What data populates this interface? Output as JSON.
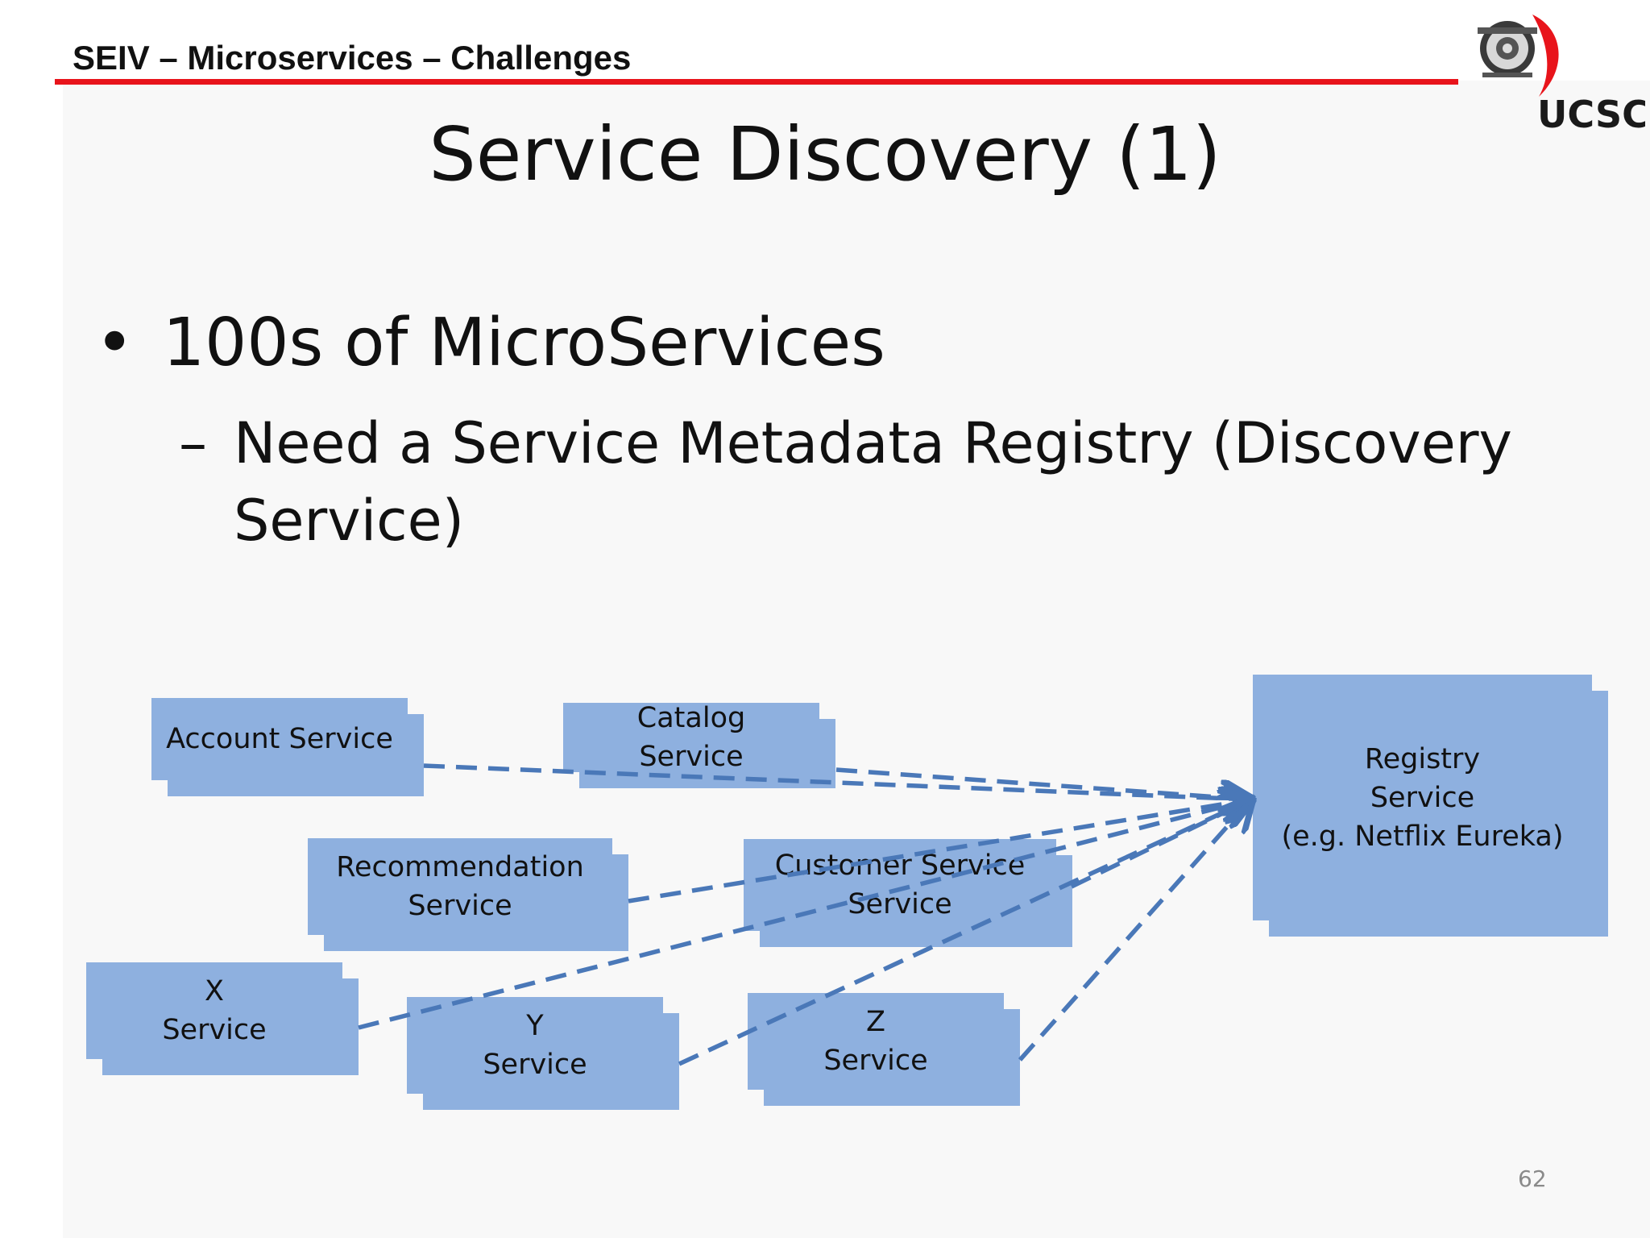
{
  "header": {
    "title": "SEIV – Microservices – Challenges",
    "logo_text": "UCSC",
    "accent_color": "#e8141b"
  },
  "slide": {
    "title": "Service Discovery (1)",
    "bullet": "100s of MicroServices",
    "sub_bullet_dash": "–",
    "sub_bullet": "Need a Service Metadata Registry (Discovery Service)",
    "page_number": "62"
  },
  "diagram": {
    "box_color": "#8eb0df",
    "arrow_color": "#4a78b8",
    "services": {
      "account": "Account Service",
      "catalog": "Catalog\nService",
      "recommendation": "Recommendation\nService",
      "customer": "Customer Service\nService",
      "x": "X\nService",
      "y": "Y\nService",
      "z": "Z\nService"
    },
    "registry": "Registry\nService\n(e.g. Netflix Eureka)"
  }
}
